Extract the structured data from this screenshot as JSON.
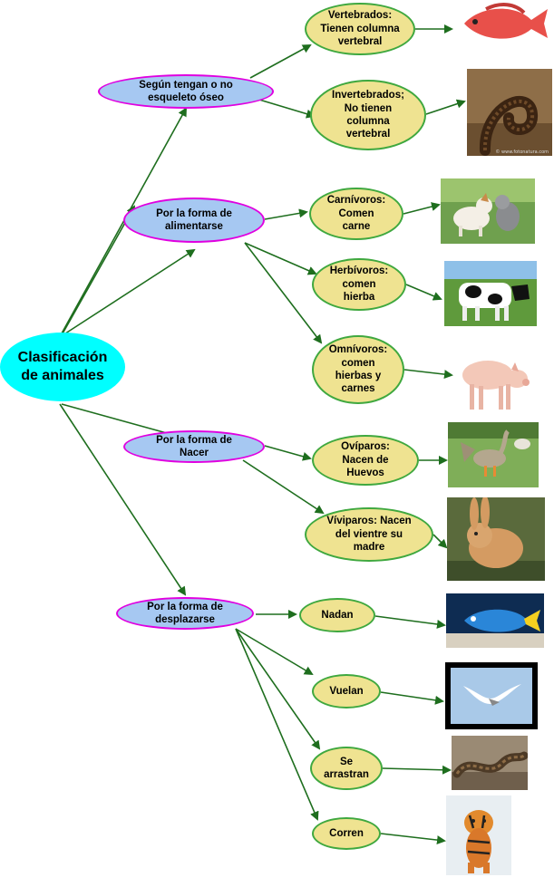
{
  "root": {
    "label": "Clasificación\nde animales"
  },
  "categories": [
    {
      "label": "Según tengan o no\nesqueleto óseo",
      "children": [
        {
          "label": "Vertebrados:\nTienen columna\nvertebral",
          "image": "fish-icon"
        },
        {
          "label": "Invertebrados;\nNo tienen\ncolumna\nvertebral",
          "image": "millipede-icon"
        }
      ]
    },
    {
      "label": "Por la forma de\nalimentarse",
      "children": [
        {
          "label": "Carnívoros:\nComen\ncarne",
          "image": "dog-and-cat-icon"
        },
        {
          "label": "Herbívoros:\ncomen\nhierba",
          "image": "cow-icon"
        },
        {
          "label": "Omnívoros:\ncomen\nhierbas y\ncarnes",
          "image": "pig-icon"
        }
      ]
    },
    {
      "label": "Por la forma de\nNacer",
      "children": [
        {
          "label": "Ovíparos:\nNacen de\nHuevos",
          "image": "geese-icon"
        },
        {
          "label": "Víviparos: Nacen\ndel vientre su\nmadre",
          "image": "rabbit-icon"
        }
      ]
    },
    {
      "label": "Por la forma de\ndesplazarse",
      "children": [
        {
          "label": "Nadan",
          "image": "tropical-fish-icon"
        },
        {
          "label": "Vuelan",
          "image": "seagull-icon"
        },
        {
          "label": "Se\narrastran",
          "image": "snake-icon"
        },
        {
          "label": "Corren",
          "image": "tiger-icon"
        }
      ]
    }
  ],
  "image_credit": "© www.fotonatura.com",
  "colors": {
    "root_fill": "#00ffff",
    "category_fill": "#a6c8f2",
    "category_border": "#e000e0",
    "leaf_fill": "#efe391",
    "leaf_border": "#3fa83f",
    "arrow": "#1e6e1e"
  }
}
